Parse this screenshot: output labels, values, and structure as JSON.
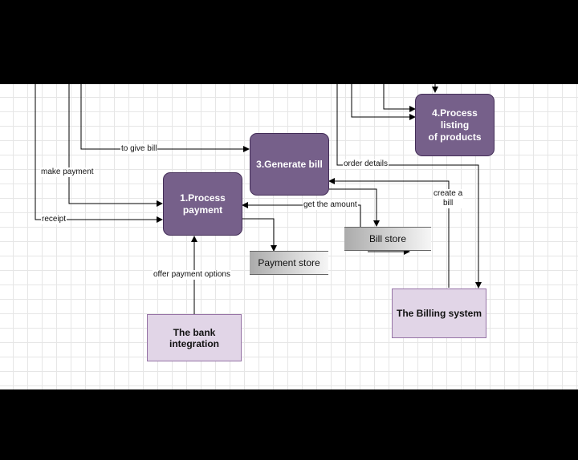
{
  "diagram": {
    "processes": {
      "process_payment": "1.Process\npayment",
      "generate_bill": "3.Generate bill",
      "process_listing": "4.Process listing\nof products"
    },
    "entities": {
      "bank_integration": "The bank integration",
      "billing_system": "The Billing system"
    },
    "stores": {
      "payment_store": "Payment store",
      "bill_store": "Bill store"
    },
    "flows": {
      "to_give_bill": "to give bill",
      "make_payment": "make payment",
      "receipt": "receipt",
      "order_details": "order details",
      "get_the_amount": "get the amount",
      "create_a_bill": "create a\nbill",
      "offer_payment_options": "offer payment options"
    },
    "colors": {
      "process_fill": "#76608a",
      "process_stroke": "#432d57",
      "entity_fill": "#e1d5e7",
      "entity_stroke": "#9673a6",
      "connector": "#000000"
    }
  }
}
